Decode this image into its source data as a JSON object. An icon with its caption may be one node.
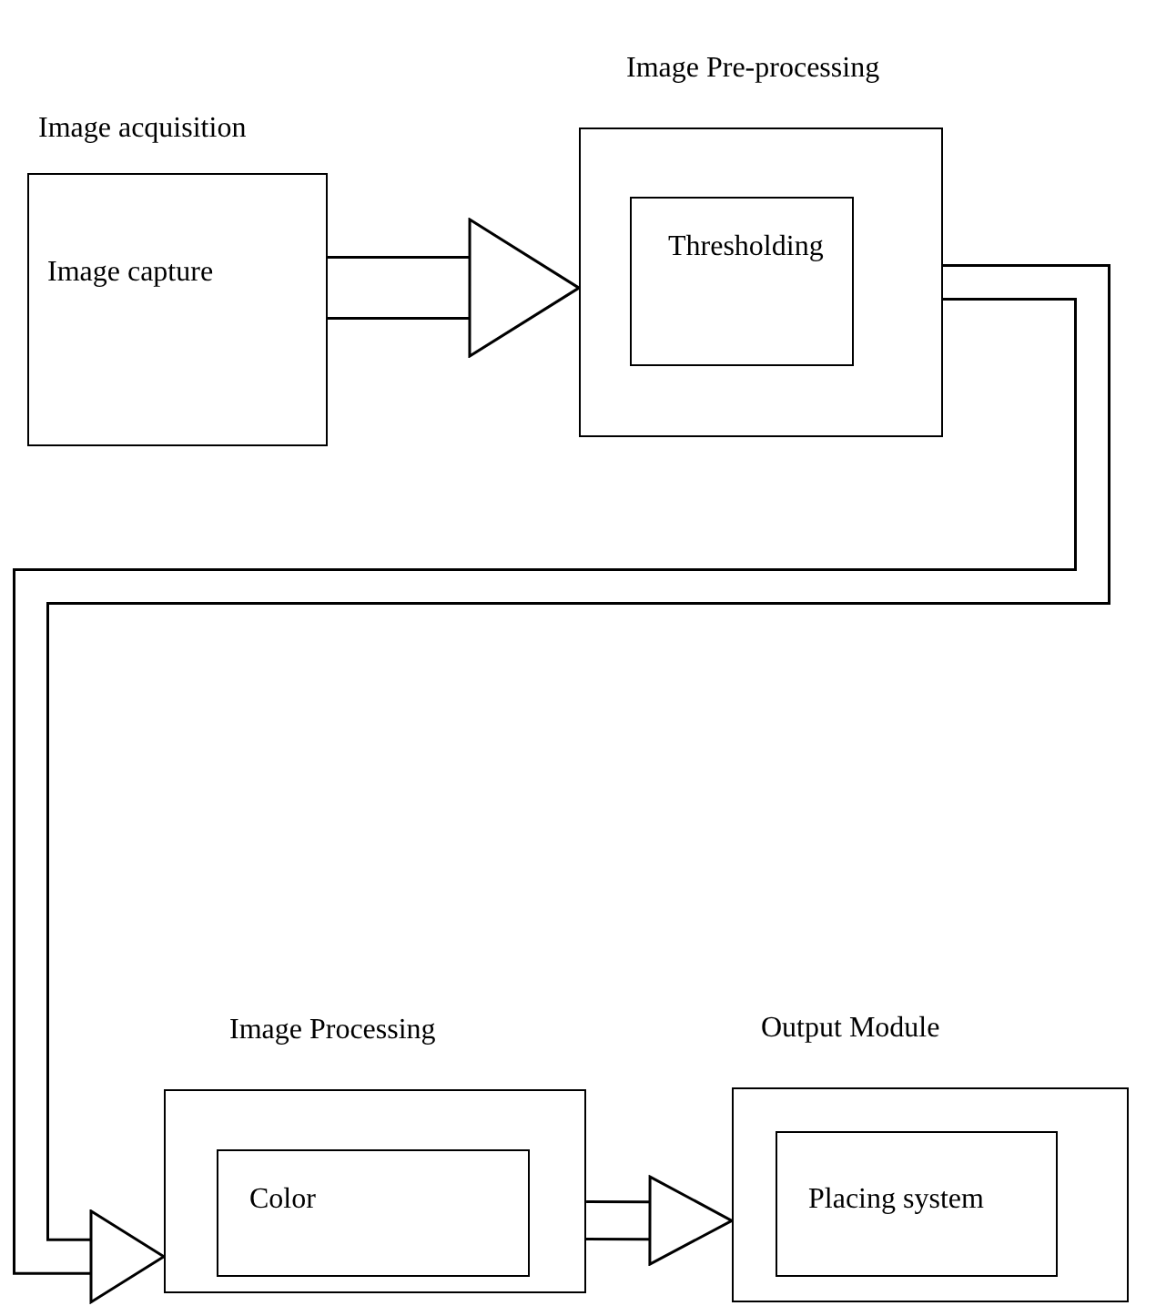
{
  "diagram": {
    "nodes": [
      {
        "text": [
          "Image acquisition",
          "Image capture"
        ]
      },
      {
        "text": [
          "Image Pre-processing"
        ]
      },
      {
        "text": [
          "Thresholding"
        ],
        "in": 1
      },
      {
        "text": [
          "Image Processing"
        ]
      },
      {
        "text": [
          "Color"
        ],
        "in": 3
      },
      {
        "text": [
          "Output Module"
        ]
      },
      {
        "text": [
          "Placing system"
        ],
        "in": 5
      }
    ],
    "edges": [
      {
        "from": 0,
        "to": 1,
        "arrow": "to"
      },
      {
        "from": 2,
        "to": 3,
        "arrow": "to"
      },
      {
        "from": 3,
        "to": 5,
        "arrow": "to"
      }
    ]
  }
}
